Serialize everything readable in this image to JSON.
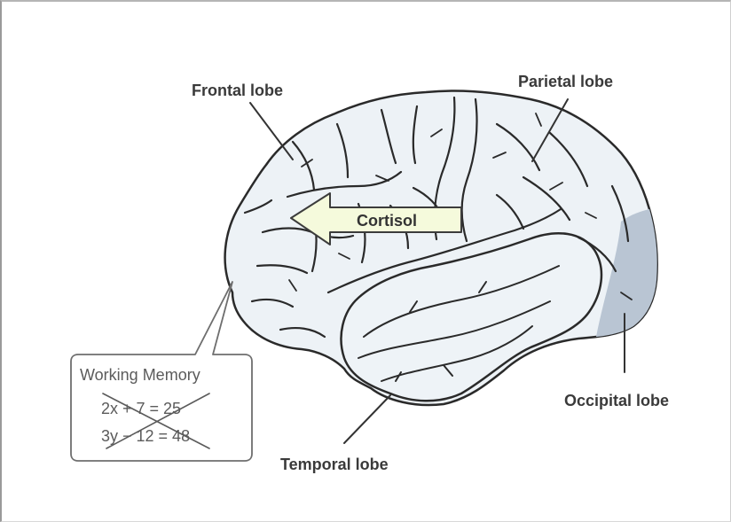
{
  "diagram": {
    "labels": {
      "frontal": "Frontal lobe",
      "parietal": "Parietal lobe",
      "occipital": "Occipital lobe",
      "temporal": "Temporal lobe"
    },
    "arrow_label": "Cortisol",
    "callout": {
      "title": "Working Memory",
      "line1": "2x + 7 = 25",
      "line2": "3y − 12 = 48"
    },
    "colors": {
      "brain_fill": "#edf2f6",
      "brain_outline": "#2a2a2a",
      "occipital_shade": "#b9c5d3",
      "arrow_fill": "#f5fadc",
      "label_text": "#3a3a3a"
    }
  }
}
